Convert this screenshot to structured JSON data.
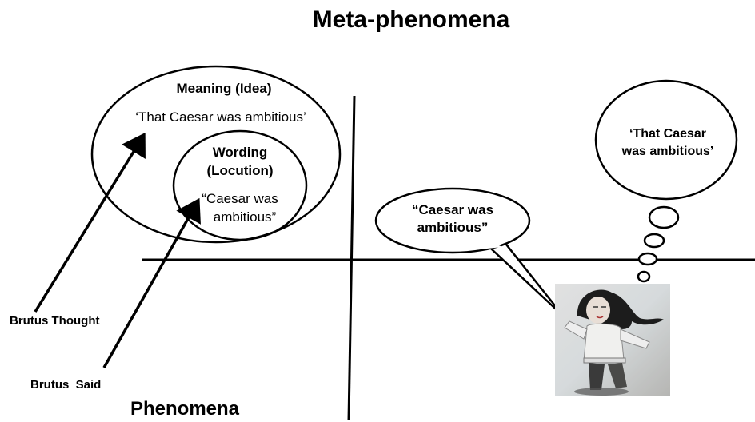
{
  "title_top": "Meta-phenomena",
  "title_bottom": "Phenomena",
  "meaning": {
    "heading": "Meaning (Idea)",
    "quote": "‘That Caesar was ambitious’"
  },
  "wording": {
    "heading_line1": "Wording",
    "heading_line2": "(Locution)",
    "quote_line1": "“Caesar was",
    "quote_line2": "ambitious”"
  },
  "labels": {
    "brutus_thought": "Brutus Thought",
    "brutus_said": "Brutus  Said"
  },
  "speech_bubble": {
    "line1": "“Caesar was",
    "line2": "ambitious”"
  },
  "thought_bubble": {
    "line1": "‘That Caesar",
    "line2": "was ambitious’"
  },
  "figure": {
    "description_icon": "speaking-person-illustration"
  }
}
